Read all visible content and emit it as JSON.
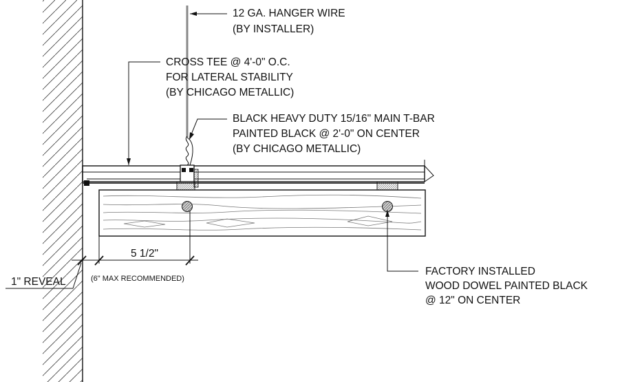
{
  "callouts": {
    "hanger_wire": {
      "line1": "12 GA. HANGER WIRE",
      "line2": "(BY INSTALLER)"
    },
    "cross_tee": {
      "line1": "CROSS TEE @ 4'-0\" O.C.",
      "line2": "FOR LATERAL STABILITY",
      "line3": "(BY CHICAGO METALLIC)"
    },
    "main_tbar": {
      "line1": "BLACK HEAVY DUTY 15/16\" MAIN T-BAR",
      "line2": "PAINTED BLACK  @ 2'-0\" ON CENTER",
      "line3": "(BY CHICAGO METALLIC)"
    },
    "dowel": {
      "line1": "FACTORY INSTALLED",
      "line2": "WOOD DOWEL PAINTED BLACK",
      "line3": "@ 12\" ON CENTER"
    }
  },
  "dimensions": {
    "plank_overhang": "5 1/2\"",
    "max_note": "(6\" MAX RECOMMENDED)",
    "reveal": "1\" REVEAL"
  },
  "colors": {
    "line": "#111111",
    "wire": "#777777",
    "wood_grain": "#777777",
    "dowel_fill": "#bbbbbb"
  }
}
